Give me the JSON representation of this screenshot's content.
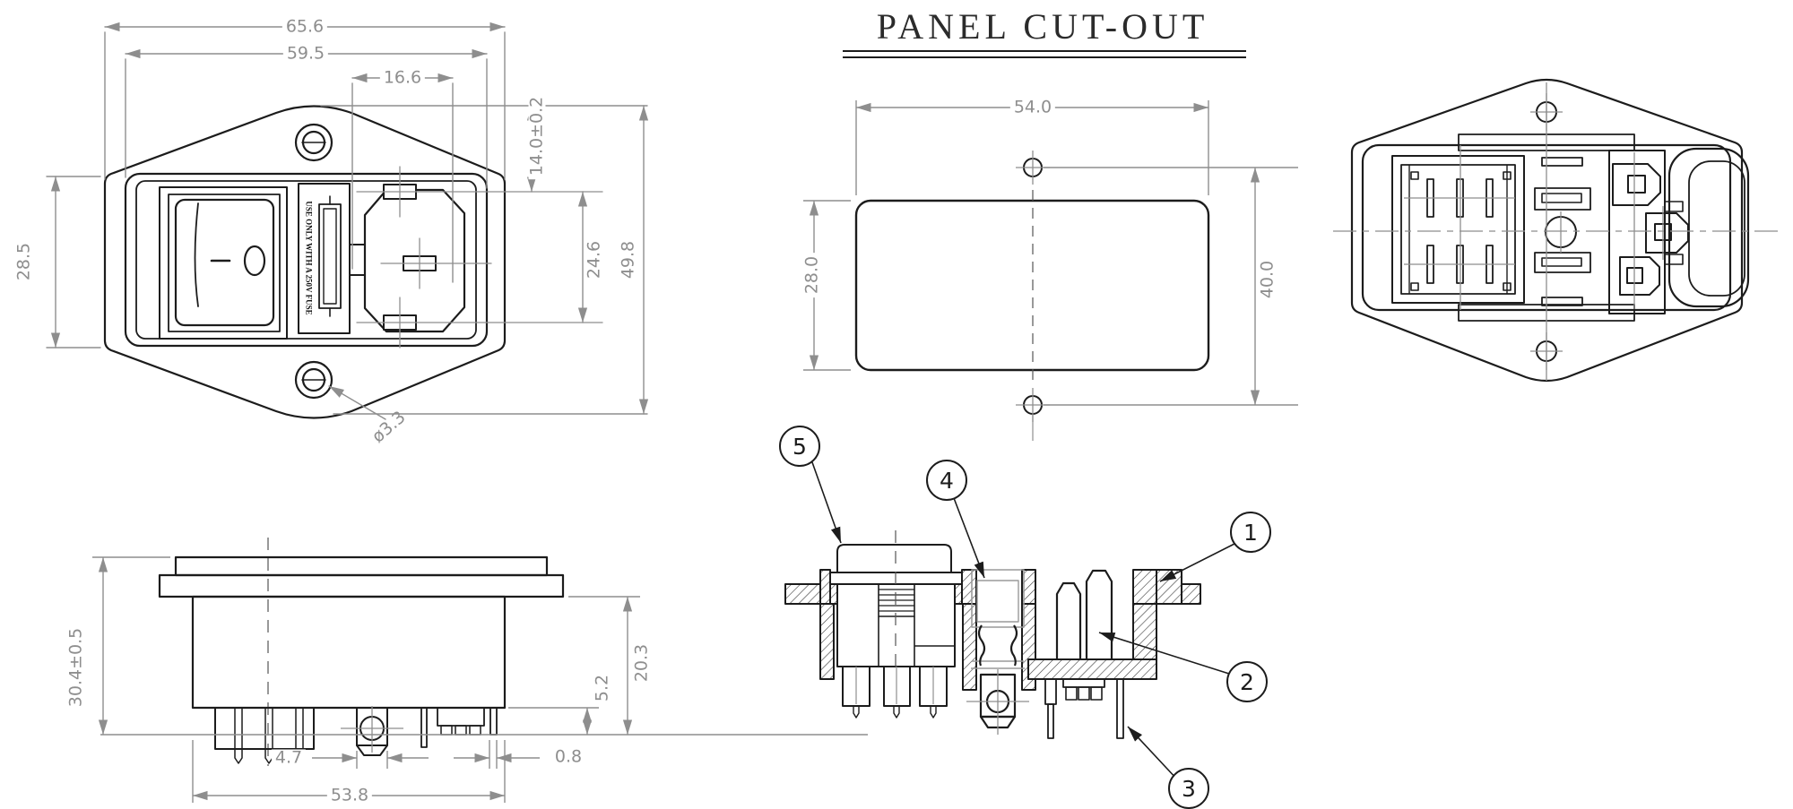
{
  "front_view": {
    "dims": {
      "overall_width": "65.6",
      "body_width": "59.5",
      "socket_offset": "16.6",
      "socket_top_offset": "14.0±0.2",
      "pin_span": "24.6",
      "overall_height": "49.8",
      "body_height": "28.5",
      "hole_diameter": "ø3.3"
    },
    "fuse_label": "USE ONLY WITH A 250V FUSE"
  },
  "panel_cutout": {
    "title": "PANEL CUT-OUT",
    "dims": {
      "cutout_width": "54.0",
      "cutout_height": "28.0",
      "hole_spacing": "40.0"
    }
  },
  "side_view": {
    "dims": {
      "overall_depth": "30.4±0.5",
      "pin_protrusion": "5.2",
      "body_depth": "20.3",
      "screw_boss_width": "4.7",
      "pin_thickness": "0.8",
      "body_length": "53.8"
    }
  },
  "section_view": {
    "callouts": [
      {
        "n": "1"
      },
      {
        "n": "2"
      },
      {
        "n": "3"
      },
      {
        "n": "4"
      },
      {
        "n": "5"
      }
    ]
  },
  "colors": {
    "line": "#1c1c1c",
    "dim": "#8e8e8e"
  }
}
